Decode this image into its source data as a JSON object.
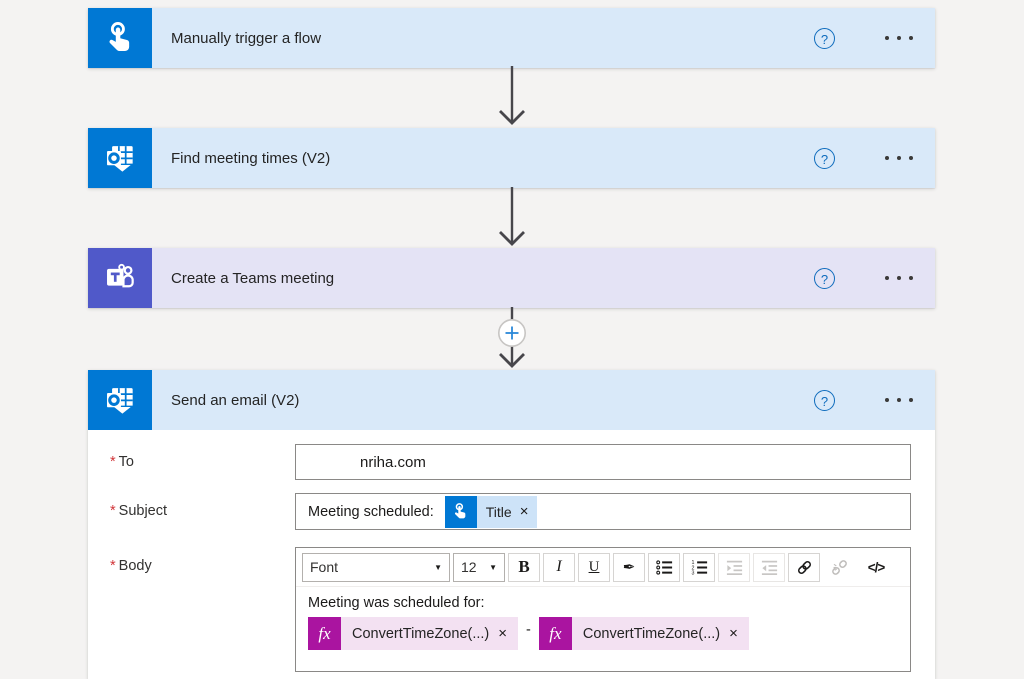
{
  "ui": {
    "help_glyph": "?",
    "menu_icon": "ellipsis-icon",
    "arrow_icon": "arrow-down-icon",
    "insert_step_icon": "plus-icon",
    "colors": {
      "action_blue": "#0078d4",
      "header_blue_bg": "#d9e9f9",
      "teams_purple": "#5059c9",
      "teams_header_bg": "#e4e3f5",
      "expression_magenta": "#aa14a0",
      "expression_bg": "#f3e1f2",
      "token_blue_bg": "#cde3f8",
      "help_blue": "#0f6cbd",
      "required_red": "#d13438",
      "arrow_gray": "#47464b"
    }
  },
  "cards": [
    {
      "title": "Manually trigger a flow",
      "icon": "manual-trigger-icon"
    },
    {
      "title": "Find meeting times (V2)",
      "icon": "outlook-icon"
    },
    {
      "title": "Create a Teams meeting",
      "icon": "teams-icon"
    },
    {
      "title": "Send an email (V2)",
      "icon": "outlook-icon"
    }
  ],
  "form": {
    "required_marker": "*",
    "to": {
      "label": "To",
      "value": "nriha.com"
    },
    "subject": {
      "label": "Subject",
      "text": "Meeting scheduled:",
      "token": {
        "icon": "manual-trigger-icon",
        "label": "Title",
        "close": "×"
      }
    },
    "body": {
      "label": "Body",
      "toolbar": {
        "font": "Font",
        "caret": "▼",
        "size": "12",
        "bold": "B",
        "italic": "I",
        "underline": "U",
        "pen_glyph": "✒",
        "code": "</>",
        "icons": [
          "bold-icon",
          "italic-icon",
          "underline-icon",
          "pen-icon",
          "bullet-list-icon",
          "numbered-list-icon",
          "indent-increase-icon",
          "indent-decrease-icon",
          "link-icon",
          "unlink-icon",
          "code-icon"
        ]
      },
      "content": "Meeting was scheduled for:",
      "separator": "-",
      "tokens": [
        {
          "fx": "fx",
          "label": "ConvertTimeZone(...)",
          "close": "×"
        },
        {
          "fx": "fx",
          "label": "ConvertTimeZone(...)",
          "close": "×"
        }
      ]
    }
  }
}
